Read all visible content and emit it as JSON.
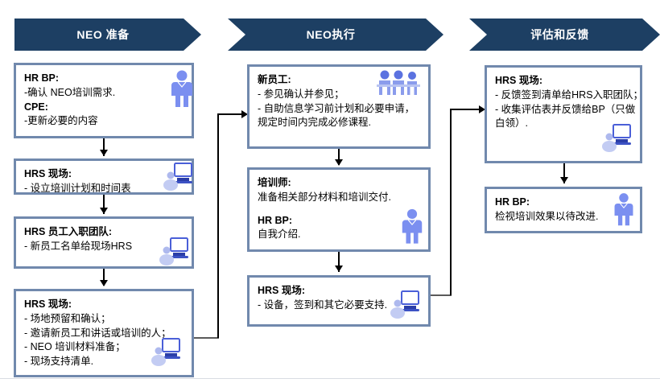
{
  "diagram": {
    "title": "NEO Process Flow",
    "colors": {
      "banner": "#1d3f63",
      "box_border": "#7189ad",
      "icon_blue": "#7b8ff0",
      "connector": "#000000"
    },
    "phases": [
      {
        "id": "prep",
        "label": "NEO 准备"
      },
      {
        "id": "exec",
        "label": "NEO执行"
      },
      {
        "id": "eval",
        "label": "评估和反馈"
      }
    ],
    "boxes": [
      {
        "id": "hrbp-cpe",
        "phase": "prep",
        "icon": "person-icon",
        "lines": [
          {
            "text": "HR BP:",
            "bold": true
          },
          {
            "text": "-确认 NEO培训需求.",
            "bold": false
          },
          {
            "text": "CPE:",
            "bold": true
          },
          {
            "text": "-更新必要的内容",
            "bold": false
          }
        ]
      },
      {
        "id": "hrs-site-plan",
        "phase": "prep",
        "icon": "person-computer-icon",
        "lines": [
          {
            "text": "HRS 现场:",
            "bold": true
          },
          {
            "text": "- 设立培训计划和时间表",
            "bold": false
          }
        ]
      },
      {
        "id": "hrs-onboarding-team",
        "phase": "prep",
        "icon": "person-computer-icon",
        "lines": [
          {
            "text": "HRS 员工入职团队:",
            "bold": true
          },
          {
            "text": "- 新员工名单给现场HRS",
            "bold": false
          }
        ]
      },
      {
        "id": "hrs-site-prepare",
        "phase": "prep",
        "icon": "person-computer-icon",
        "lines": [
          {
            "text": "HRS 现场:",
            "bold": true
          },
          {
            "text": "- 场地预留和确认；",
            "bold": false
          },
          {
            "text": "- 邀请新员工和讲话或培训的人；",
            "bold": false
          },
          {
            "text": "- NEO 培训材料准备；",
            "bold": false
          },
          {
            "text": "- 现场支持清单.",
            "bold": false
          }
        ]
      },
      {
        "id": "new-employee",
        "phase": "exec",
        "icon": "people-group-icon",
        "lines": [
          {
            "text": "新员工:",
            "bold": true
          },
          {
            "text": "- 参见确认并参见；",
            "bold": false
          },
          {
            "text": "- 自助信息学习前计划和必要申请，",
            "bold": false
          },
          {
            "text": "规定时间内完成必修课程.",
            "bold": false
          }
        ]
      },
      {
        "id": "trainer-hrbp",
        "phase": "exec",
        "icon": "person-icon",
        "lines": [
          {
            "text": "培训师:",
            "bold": true
          },
          {
            "text": "准备相关部分材料和培训交付.",
            "bold": false
          },
          {
            "text": "",
            "bold": false
          },
          {
            "text": "HR BP:",
            "bold": true
          },
          {
            "text": "自我介绍.",
            "bold": false
          }
        ]
      },
      {
        "id": "hrs-site-support",
        "phase": "exec",
        "icon": "person-computer-icon",
        "lines": [
          {
            "text": "HRS 现场:",
            "bold": true
          },
          {
            "text": "- 设备，签到和其它必要支持.",
            "bold": false
          }
        ]
      },
      {
        "id": "hrs-site-feedback",
        "phase": "eval",
        "icon": "person-computer-icon",
        "lines": [
          {
            "text": "HRS 现场:",
            "bold": true
          },
          {
            "text": "- 反馈签到清单给HRS入职团队；",
            "bold": false
          },
          {
            "text": "- 收集评估表并反馈给BP（只做",
            "bold": false
          },
          {
            "text": "白领）.",
            "bold": false
          }
        ]
      },
      {
        "id": "hrbp-review",
        "phase": "eval",
        "icon": "person-icon",
        "lines": [
          {
            "text": "HR BP:",
            "bold": true
          },
          {
            "text": "检视培训效果以待改进.",
            "bold": false
          }
        ]
      }
    ],
    "connectors": [
      {
        "id": "prep-1-to-2",
        "kind": "vertical-arrow"
      },
      {
        "id": "prep-2-to-3",
        "kind": "vertical-arrow"
      },
      {
        "id": "prep-3-to-4",
        "kind": "vertical-arrow"
      },
      {
        "id": "prep-4-to-exec-1",
        "kind": "elbow-arrow"
      },
      {
        "id": "exec-1-to-2",
        "kind": "vertical-arrow"
      },
      {
        "id": "exec-2-to-3",
        "kind": "vertical-arrow"
      },
      {
        "id": "exec-3-to-eval-1",
        "kind": "elbow-arrow"
      },
      {
        "id": "eval-1-to-2",
        "kind": "vertical-arrow"
      }
    ]
  }
}
